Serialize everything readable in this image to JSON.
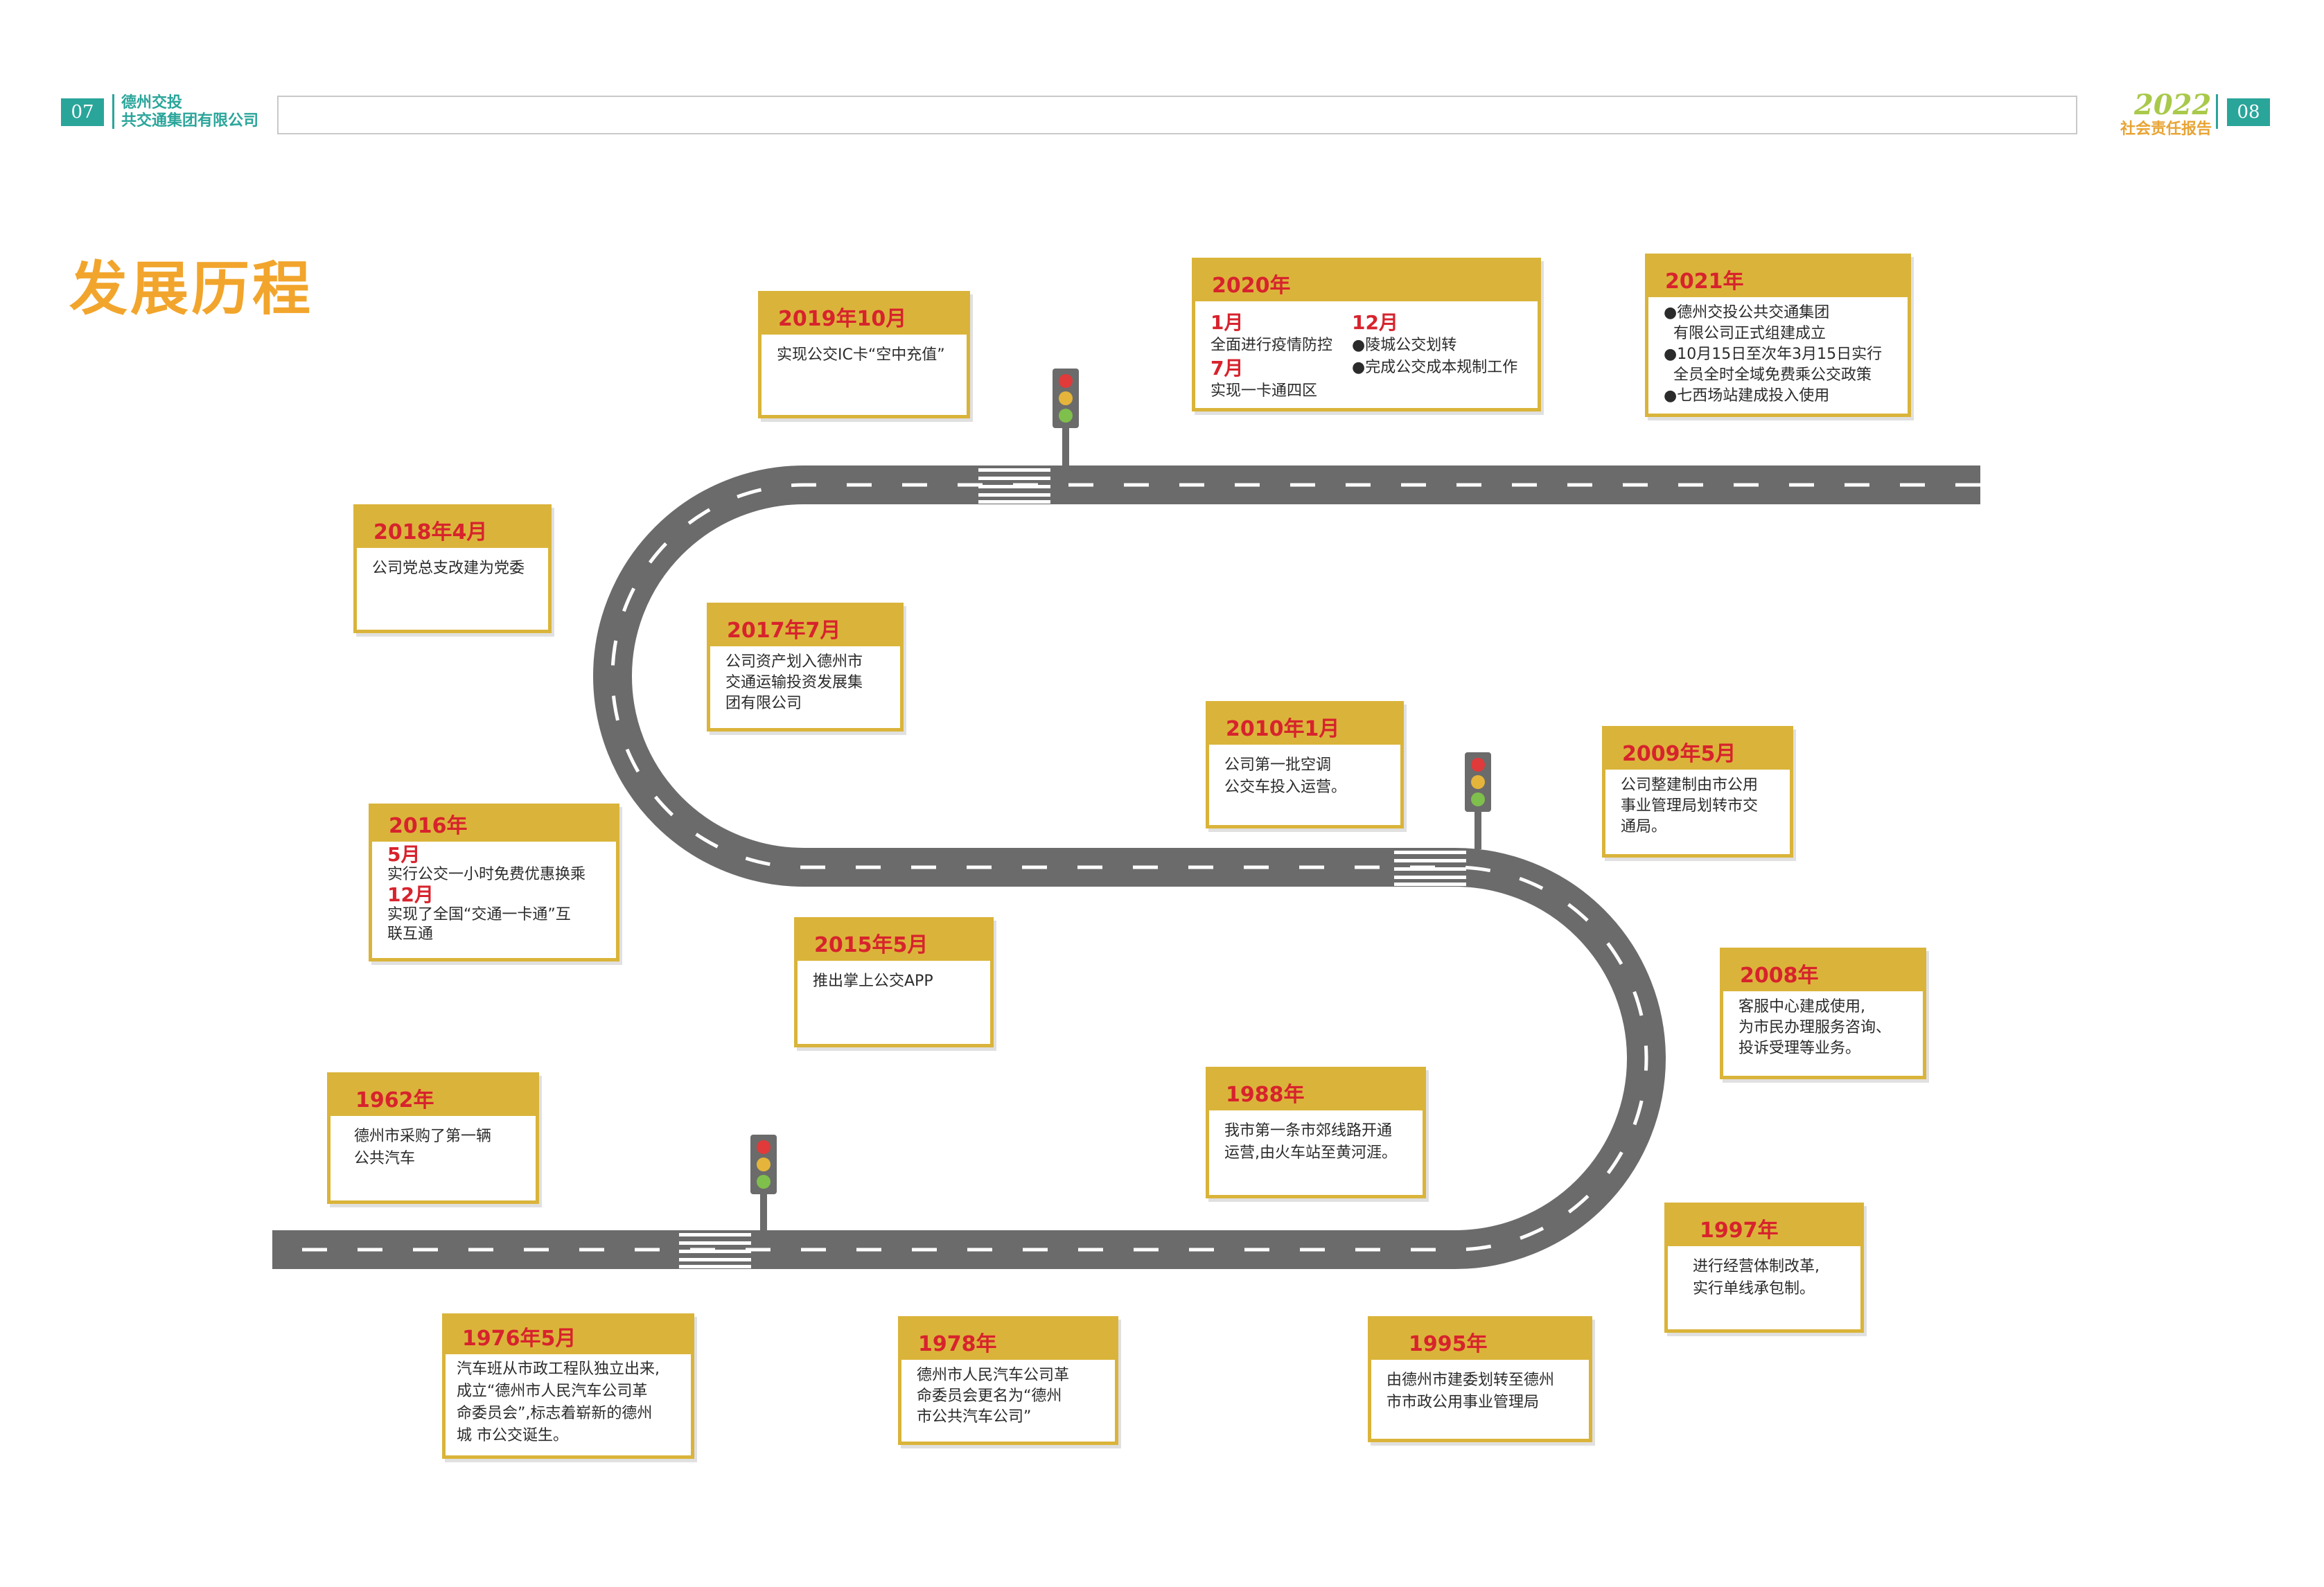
{
  "header": {
    "left_page": "07",
    "right_page": "08",
    "logo_line1": "德州交投",
    "logo_line2": "共交通集团有限公司",
    "year_badge": "2022",
    "report_label": "社会责任报告"
  },
  "page_title": "发展历程",
  "colors": {
    "accent_gold": "#dab43a",
    "accent_red": "#d7232d",
    "teal": "#2aa59a",
    "road": "#6b6b6b",
    "title_orange": "#f2a52c"
  },
  "milestones": [
    {
      "id": "m2019",
      "date": "2019年10月",
      "lines": [
        "实现公交IC卡“空中充值”"
      ]
    },
    {
      "id": "m2020",
      "date": "2020年",
      "left": {
        "month1": "1月",
        "text1": "全面进行疫情防控",
        "month2": "7月",
        "text2": "实现一卡通四区"
      },
      "right": {
        "month": "12月",
        "lines": [
          "●陵城公交划转",
          "●完成公交成本规制工作"
        ]
      }
    },
    {
      "id": "m2021",
      "date": "2021年",
      "lines": [
        "●德州交投公共交通集团",
        "  有限公司正式组建成立",
        "●10月15日至次年3月15日实行",
        "  全员全时全域免费乘公交政策",
        "●七西场站建成投入使用"
      ]
    },
    {
      "id": "m2018",
      "date": "2018年4月",
      "lines": [
        "公司党总支改建为党委"
      ]
    },
    {
      "id": "m2017",
      "date": "2017年7月",
      "lines": [
        "公司资产划入德州市",
        "交通运输投资发展集",
        "团有限公司"
      ]
    },
    {
      "id": "m2010",
      "date": "2010年1月",
      "lines": [
        "公司第一批空调",
        "公交车投入运营。"
      ]
    },
    {
      "id": "m2009",
      "date": "2009年5月",
      "lines": [
        "公司整建制由市公用",
        "事业管理局划转市交",
        "通局。"
      ]
    },
    {
      "id": "m2016",
      "date": "2016年",
      "month1": "5月",
      "text1": "实行公交一小时免费优惠换乘",
      "month2": "12月",
      "text2a": "实现了全国“交通一卡通”互",
      "text2b": "联互通"
    },
    {
      "id": "m2015",
      "date": "2015年5月",
      "lines": [
        "推出掌上公交APP"
      ]
    },
    {
      "id": "m2008",
      "date": "2008年",
      "lines": [
        "客服中心建成使用,",
        "为市民办理服务咨询、",
        "投诉受理等业务。"
      ]
    },
    {
      "id": "m1962",
      "date": "1962年",
      "lines": [
        "德州市采购了第一辆",
        "公共汽车"
      ]
    },
    {
      "id": "m1988",
      "date": "1988年",
      "lines": [
        "我市第一条市郊线路开通",
        "运营,由火车站至黄河涯。"
      ]
    },
    {
      "id": "m1997",
      "date": "1997年",
      "lines": [
        "进行经营体制改革,",
        "实行单线承包制。"
      ]
    },
    {
      "id": "m1976",
      "date": "1976年5月",
      "lines": [
        "汽车班从市政工程队独立出来,",
        "成立“德州市人民汽车公司革",
        "命委员会”,标志着崭新的德州",
        "城 市公交诞生。"
      ]
    },
    {
      "id": "m1978",
      "date": "1978年",
      "lines": [
        "德州市人民汽车公司革",
        "命委员会更名为“德州",
        "市公共汽车公司”"
      ]
    },
    {
      "id": "m1995",
      "date": "1995年",
      "lines": [
        "由德州市建委划转至德州",
        "市市政公用事业管理局"
      ]
    }
  ]
}
